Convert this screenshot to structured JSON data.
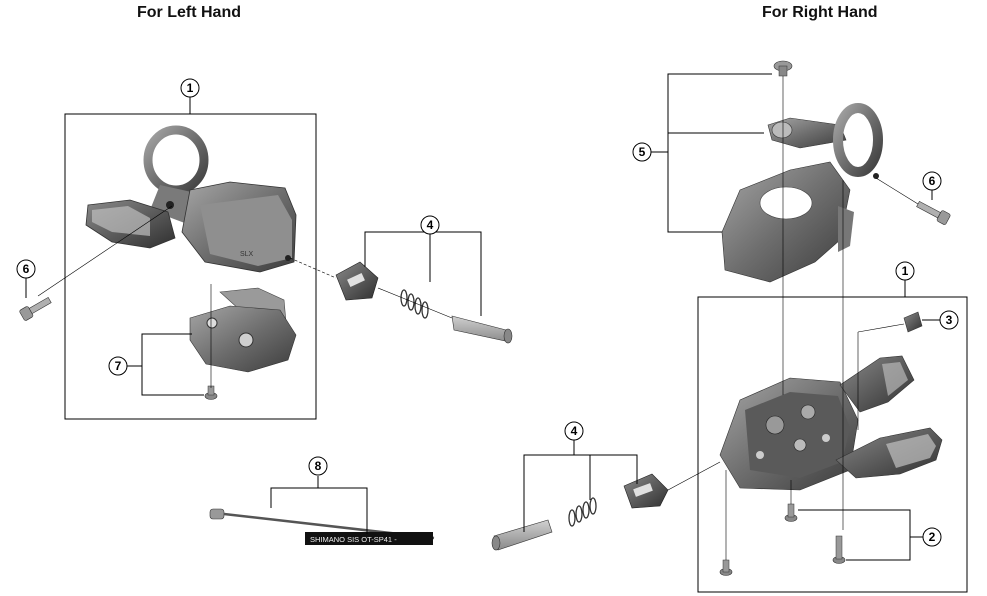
{
  "headings": {
    "left": "For Left Hand",
    "right": "For Right Hand"
  },
  "callouts": {
    "left_1": "1",
    "left_4": "4",
    "left_6": "6",
    "left_7": "7",
    "left_8": "8",
    "right_1": "1",
    "right_2": "2",
    "right_3": "3",
    "right_4": "4",
    "right_5": "5",
    "right_6": "6"
  },
  "cable_label": "SHIMANO SIS  OT-SP41 -",
  "housing_mark": "SLX"
}
